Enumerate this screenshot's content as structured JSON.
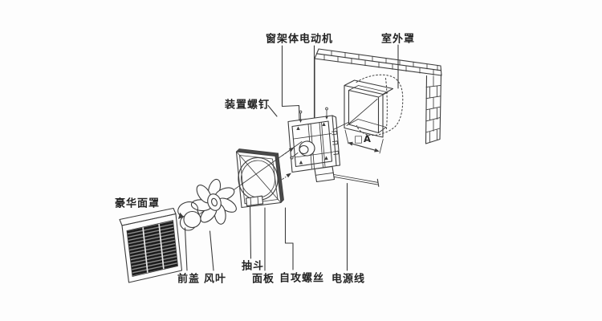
{
  "labels": {
    "window_frame": "窗架体",
    "motor": "电动机",
    "outdoor_cover": "室外罩",
    "mounting_screw": "装置螺钉",
    "deluxe_grille": "豪华面罩",
    "front_cap": "前盖",
    "fan_blade": "风叶",
    "drawer": "抽斗",
    "panel": "面板",
    "self_tapping_screw": "自攻螺丝",
    "power_cord": "电源线",
    "dimension_a": "□A"
  },
  "colors": {
    "line": "#3c3c3c",
    "background": "#fdfdfd",
    "grille": "#8e8e8e"
  }
}
